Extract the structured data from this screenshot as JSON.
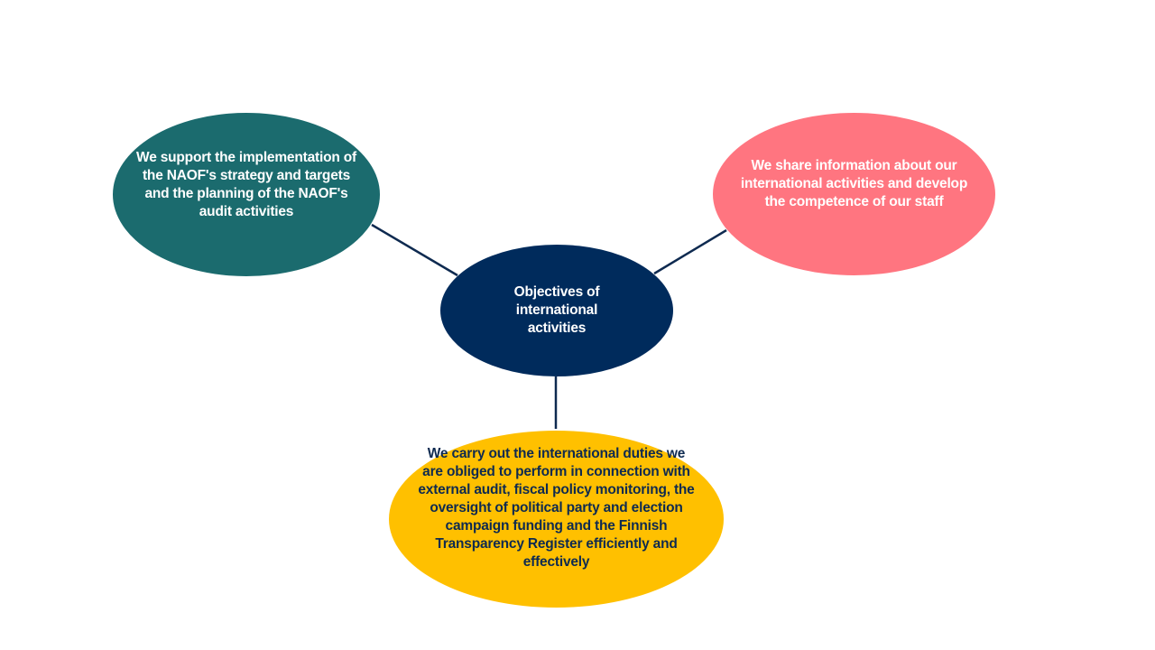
{
  "colors": {
    "center_fill": "#002B5C",
    "left_fill": "#1B6B6E",
    "right_fill": "#FF7580",
    "bottom_fill": "#FFC000",
    "connector": "#0E2A50",
    "light_text": "#FFFFFF",
    "dark_text": "#0E2A50"
  },
  "nodes": {
    "center": {
      "text": "Objectives of international activities"
    },
    "left": {
      "text": "We support the implementation of the NAOF's strategy and targets and the planning of the NAOF's audit activities"
    },
    "right": {
      "text": "We share information about our international activities and develop the competence of our staff"
    },
    "bottom": {
      "text": "We carry out the international duties we are obliged to perform in connection with external audit, fiscal policy monitoring, the oversight of political party and election campaign funding and the Finnish Transparency Register efficiently and effectively"
    }
  }
}
